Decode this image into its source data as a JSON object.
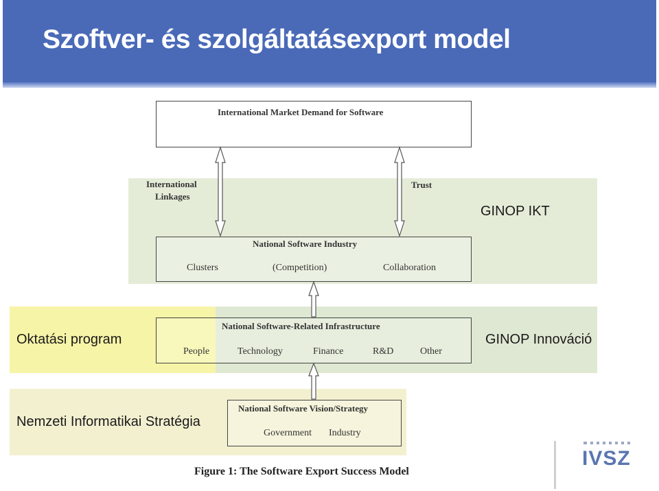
{
  "slide": {
    "title": "Szoftver- és szolgáltatásexport model"
  },
  "diagram": {
    "market_box": "International Market Demand for Software",
    "links_left": [
      "International",
      "Linkages"
    ],
    "links_right": "Trust",
    "industry": {
      "title": "National Software Industry",
      "items": [
        "Clusters",
        "(Competition)",
        "Collaboration"
      ]
    },
    "infrastructure": {
      "title": "National Software-Related Infrastructure",
      "items": [
        "People",
        "Technology",
        "Finance",
        "R&D",
        "Other"
      ]
    },
    "vision": {
      "title": "National Software Vision/Strategy",
      "items": [
        "Government",
        "Industry"
      ]
    },
    "caption": "Figure 1: The Software Export Success Model"
  },
  "annotations": {
    "ginop_ikt": "GINOP IKT",
    "oktatasi": "Oktatási program",
    "ginop_innovacio": "GINOP Innováció",
    "nemzeti": "Nemzeti Informatikai Stratégia"
  },
  "logo": {
    "text": "IVSZ"
  },
  "colors": {
    "title_bar": "#4a6ab8",
    "zone_green": "#e4ecd8",
    "zone_yellow": "#f6f4a6",
    "zone_tan": "#f3f0d0",
    "logo_blue": "#5a76b0"
  }
}
